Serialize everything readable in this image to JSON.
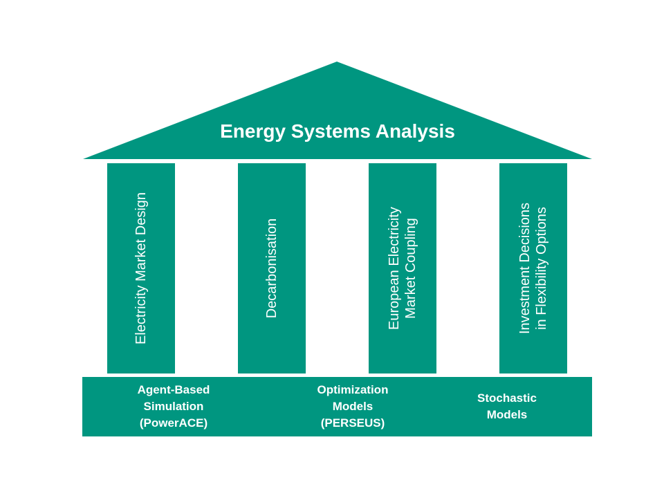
{
  "colors": {
    "primary": "#009680",
    "text": "#ffffff",
    "background": "#ffffff"
  },
  "roof": {
    "title": "Energy Systems Analysis"
  },
  "pillars": [
    {
      "label": "Electricity Market Design"
    },
    {
      "label": "Decarbonisation"
    },
    {
      "label": "European Electricity\nMarket Coupling"
    },
    {
      "label": "Investment Decisions\nin Flexibility Options"
    }
  ],
  "foundation": {
    "items": [
      {
        "label": "Agent-Based\nSimulation\n(PowerACE)"
      },
      {
        "label": "Optimization\nModels\n(PERSEUS)"
      },
      {
        "label": "Stochastic\nModels"
      }
    ]
  }
}
